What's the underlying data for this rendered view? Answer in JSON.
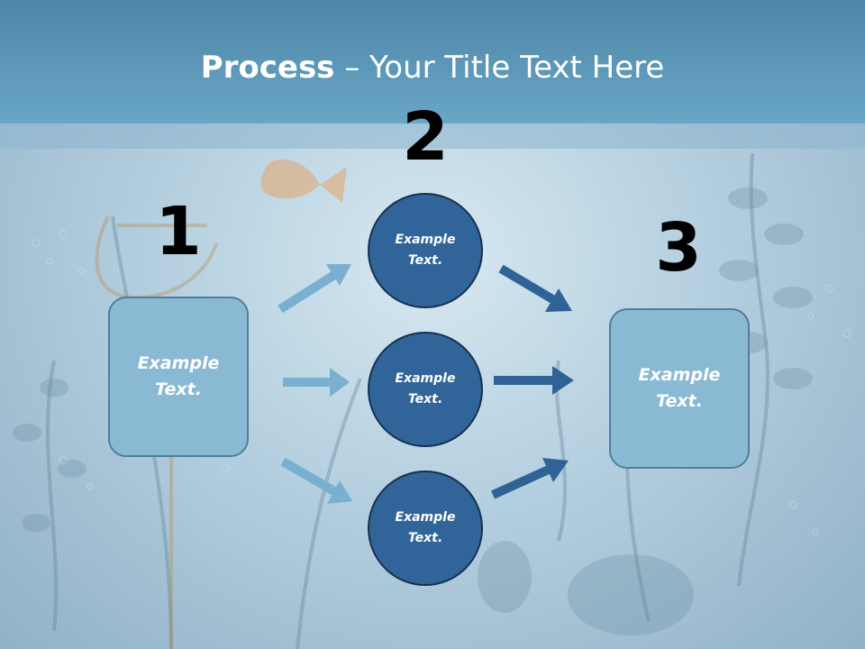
{
  "title": {
    "bold": "Process",
    "rest": " – Your Title Text Here"
  },
  "steps": {
    "one": {
      "number": "1",
      "text": "Example Text."
    },
    "two": {
      "number": "2"
    },
    "three": {
      "number": "3",
      "text": "Example Text."
    }
  },
  "middle": [
    {
      "text": "Example Text."
    },
    {
      "text": "Example Text."
    },
    {
      "text": "Example Text."
    }
  ],
  "colors": {
    "title_bar": "#5a97b9",
    "box_fill": "#8ab9d3",
    "circle_fill": "#31659a",
    "arrow_light": "#79afd0",
    "arrow_dark": "#2f6396"
  }
}
